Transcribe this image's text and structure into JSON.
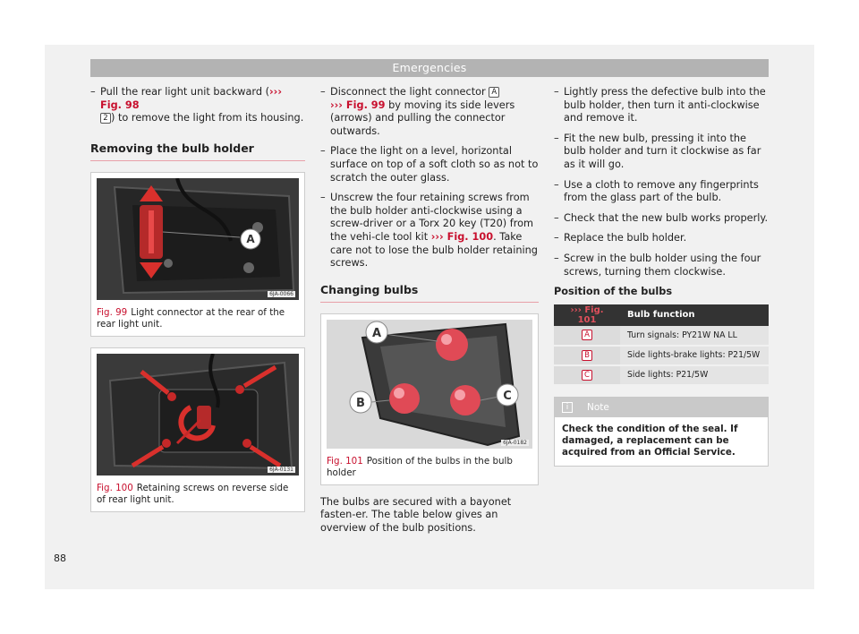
{
  "header": {
    "title": "Emergencies"
  },
  "col1": {
    "step1": {
      "a": "Pull the rear light unit backward (",
      "ref": "››› Fig. 98",
      "badge": "2",
      "b": ") to remove the light from its housing."
    },
    "section": "Removing the bulb holder",
    "fig99": {
      "label": "Fig. 99",
      "caption": "Light connector at the rear of the rear light unit.",
      "code": "6JA-0066",
      "marker": "A"
    },
    "fig100": {
      "label": "Fig. 100",
      "caption": "Retaining screws on reverse side of rear light unit.",
      "code": "6JA-0131"
    }
  },
  "col2": {
    "step1": {
      "a": "Disconnect the light connector",
      "badge": "A",
      "ref": "››› Fig. 99",
      "b": "by moving its side levers (arrows) and pulling the connector outwards."
    },
    "step2": "Place the light on a level, horizontal surface on top of a soft cloth so as not to scratch the outer glass.",
    "step3": {
      "a": "Unscrew the four retaining screws from the bulb holder anti-clockwise using a screw-driver or a Torx 20 key (T20) from the vehi-cle tool kit",
      "ref": "››› Fig. 100",
      "b": ". Take care not to lose the bulb holder retaining screws."
    },
    "section": "Changing bulbs",
    "fig101": {
      "label": "Fig. 101",
      "caption": "Position of the bulbs in the bulb holder",
      "code": "6JA-0182",
      "a": "A",
      "b": "B",
      "c": "C"
    },
    "para": "The bulbs are secured with a bayonet fasten-er. The table below gives an overview of the bulb positions."
  },
  "col3": {
    "steps": [
      "Lightly press the defective bulb into the bulb holder, then turn it anti-clockwise and remove it.",
      "Fit the new bulb, pressing it into the bulb holder and turn it clockwise as far as it will go.",
      "Use a cloth to remove any fingerprints from the glass part of the bulb.",
      "Check that the new bulb works properly.",
      "Replace the bulb holder.",
      "Screw in the bulb holder using the four screws, turning them clockwise."
    ],
    "table_title": "Position of the bulbs",
    "table": {
      "head_ref": "››› Fig. 101",
      "head_function": "Bulb function",
      "rows": [
        {
          "key": "A",
          "value": "Turn signals: PY21W NA LL"
        },
        {
          "key": "B",
          "value": "Side lights-brake lights: P21/5W"
        },
        {
          "key": "C",
          "value": "Side lights: P21/5W"
        }
      ]
    },
    "note": {
      "icon": "i",
      "title": "Note",
      "body": "Check the condition of the seal. If damaged, a replacement can be acquired from an Official Service."
    }
  },
  "colors": {
    "accent": "#c8102e",
    "header_bg": "#b3b3b3",
    "table_head": "#333333"
  },
  "page_number": "88"
}
